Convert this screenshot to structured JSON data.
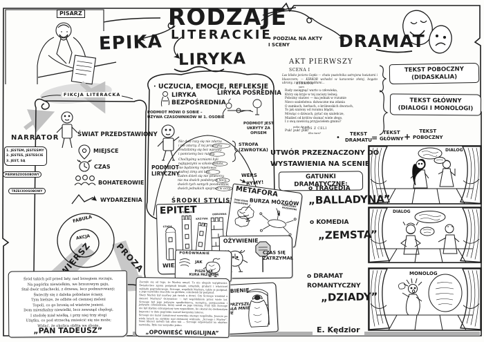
{
  "colors": {
    "ink": "#1c1c1c",
    "arrow_gray": "#c2c2c2",
    "shadow_gray": "#aeaeae",
    "paper": "#fdfdfb"
  },
  "title": {
    "word1": "RODZAJE",
    "word2": "LITERACKIE"
  },
  "pisarz": {
    "label": "PISARZ"
  },
  "epika": {
    "heading": "EPIKA",
    "narrator": {
      "title": "NARRATOR",
      "persons": "1. JESTEM, JESTEŚMY\n2. JESTEŚ, JESTEŚCIE\n3. JEST, SĄ",
      "first": "PIERWSZOOSOBOWY",
      "third": "TRZECIOOSOBOWY"
    },
    "fikcja": "FIKCJA LITERACKA",
    "swiat": {
      "title": "ŚWIAT PRZEDSTAWIONY",
      "miejsce": "MIEJSCE",
      "czas": "CZAS",
      "bohaterowie": "BOHATEROWIE",
      "wydarzenia": "WYDARZENIA"
    },
    "fabula": "FABUŁA",
    "akcja": "AKCJA",
    "wiersz": "WIERSZ",
    "proza": "PROZA",
    "pan_tadeusz": {
      "text": "Śród takich pól przed laty, nad brzegiem ruczaju,\nNa pagórku niewielkim, we brzozowym gaju,\nStał dwór szlachecki, z drzewa, lecz podmurowany;\nŚwieciły się z daleka pobielane ściany,\nTym bielsze, że odbite od ciemnej zieleni\nTopoli, co go bronią od wiatrów jesieni.\nDom mieszkalny niewielki, lecz zewsząd chędogi,\nI stodołę miał wielką, i przy niej trzy stogi\nUżątku, co pod strzechą zmieścić się nie może;\nWidać, że okolica obfita we zboże.",
      "caption": "„PAN TADEUSZ”"
    },
    "opowiesc": {
      "text": "Zaczęło się od tego, że Marley umarł. To nie ulegało wątpliwości. Świadectwo zgonu podpisali ksiądz, urzędnik, grabarz i właściciel zakładu pogrzebowego. Scrooge, wspólnik Marleya, także je podpisał, a jego nazwisko znaczyło na giełdzie, cokolwiek by podpisał.\nStary Marley był martwy jak ćwiek u drzwi. Czy Scrooge wiedział o śmierci Marleya? Oczywiście — był wspólnikiem przez wiele lat. Scrooge był jego jedynym spadkobiercą, zarządcą, przyjacielem i jedynym człowiekiem, który szedł za jego trumną. Przy tym Scrooge nie był zbytnio zdruzgotany tym wypadkiem, bo okazał się doskonałym kupcem i w dniu pogrzebu zawarł korzystny interes.\nScrooge nie kazał zamalować nazwiska starego wspólnika. Jeszcze po wielu latach na szyldzie nad drzwiami widniało: „Scrooge i Marley”. Nowi klienci mówili tak albo tak — Scrooge odpowiadał na obydwa nazwiska. Było mu wszystko jedno.",
      "caption": "„OPOWIEŚĆ WIGILIJNA”"
    }
  },
  "liryka": {
    "heading": "LIRYKA",
    "header": "· UCZUCIA, EMOCJE, REFLEKSJE",
    "bezposrednia": {
      "title": "LIRYKA\nBEZPOŚREDNIA",
      "note": "PODMIOT MÓWI O SOBIE –\nUŻYWA CZASOWNIKÓW W 1. OSOBIE"
    },
    "posrednia": {
      "title": "LIRYKA POŚREDNIA",
      "note": "PODMIOT JEST\nUKRYTY ZA\nOPISEM"
    },
    "podmiot": "PODMIOT\nLIRYCZNY",
    "poem": {
      "stanza1": "Nic dwa razy się nie zdarza\ni nie zdarzy. Z tej przyczyny\nzrodziliśmy się bez wprawy\ni pomrzemy bez rutyny.",
      "stanza2": "Choćbyśmy uczniami byli\nnajtępszymi w szkole świata,\nnie będziemy repetować\nżadnej zimy ani lata.",
      "stanza3": "Żaden dzień się nie powtórzy,\nnie ma dwóch podobnych nocy,\ndwóch tych samych pocałunków,\ndwóch jednakich spojrzeń w oczy."
    },
    "strofa": "STROFA\n(ZWROTKA)",
    "wers": "WERS",
    "rymy": "RYMY!"
  },
  "srodki": {
    "title": "ŚRODKI  STYLISTYCZNE",
    "epitet": {
      "title": "EPITET",
      "wieza": "WIEŻA",
      "adj1": "WYSOKA",
      "adj2": "KRZYWA",
      "adj3": "STARA",
      "adj4": "OBRONNA"
    },
    "metafora": {
      "title": "METAFORA",
      "caption": "BURZA MÓZGÓW",
      "doslowne": "ZNACZENIE\nDOSŁOWNE",
      "przenosne": "ZNACZENIE\nPRZENOŚNE"
    },
    "ozywienie": {
      "title": "OŻYWIENIE",
      "caption": "CZAS SIĘ\nZATRZYMAŁ"
    },
    "porownanie": {
      "title": "PORÓWNANIE",
      "jak": "JAK",
      "caption": "PISZE JAK\nKURA PAZUREM"
    },
    "uosobienie": {
      "title": "UOSOBIENIE",
      "caption": "ŚMIERĆ PRZYSZŁA\nI WEZWAŁA MNIE\nDO SIEBIE"
    }
  },
  "dramat": {
    "heading": "DRAMAT",
    "podzial": "• PODZIAŁ NA  AKTY\n     I  SCENY",
    "akt": {
      "title": "AKT PIERWSZY",
      "scena": "SCENA I",
      "didaskalia": "Las blisko jeziora Gopła — chata pustelnika ustrojona kwiatami i bluszczem; — KIRKOR wchodzi w karacenie złotej, bogato ubrany, z orlimi skrzydłami…",
      "kirkor": "KIRKOR",
      "sam": "sam",
      "verse": "Rady zasięgnąć warto u człowieka,\nKtóry się kryje w tej zaciszy leśnej;\nPobożny starzec — ma jednak w rozumie\nNieco szaleństwa: dziwaczne ma zdania\nO zamkach, herbach, o królewskich dworach,\nTo jak szalony od rozumu błądzi,\nMówiąc o dziwach, pytać się szaleńcze,\nMiałżeś od królów doznać wiele złego,\nI z swą zawiścią przyjacielem gminu?",
      "puka": "puka do celi",
      "puk": "Puk! puk! puk!",
      "glos": "GŁOS Z CELI",
      "kto": "Kto tam?"
    },
    "poboczny": "TEKST POBOCZNY\n(DIDASKALIA)",
    "glowny": "TEKST GŁÓWNY\n(DIALOGI I MONOLOGI)",
    "eq": {
      "bullet": "•",
      "lhs": "TEKST\nDRAMATU",
      "equals": "=",
      "a": "TEKST\nGŁÓWNY",
      "plus": "+",
      "b": "TEKST\nPOBOCZNY"
    },
    "utwor": "UTWÓR  PRZEZNACZONY  DO\nWYSTAWIENIA  NA  SCENIE",
    "gatunki_title": "GATUNKI  DRAMATYCZNE:",
    "g1": {
      "name": "o  TRAGEDIA",
      "work": "„BALLADYNA”"
    },
    "g2": {
      "name": "o  KOMEDIA",
      "work": "„ZEMSTA”"
    },
    "g3": {
      "name": "o  DRAMAT\n    ROMANTYCZNY",
      "work": "„DZIADY”"
    },
    "panel1": "DIALOG",
    "panel2": "DIALOG",
    "panel3": "MONOLOG"
  },
  "signature": "E. Kędzior"
}
